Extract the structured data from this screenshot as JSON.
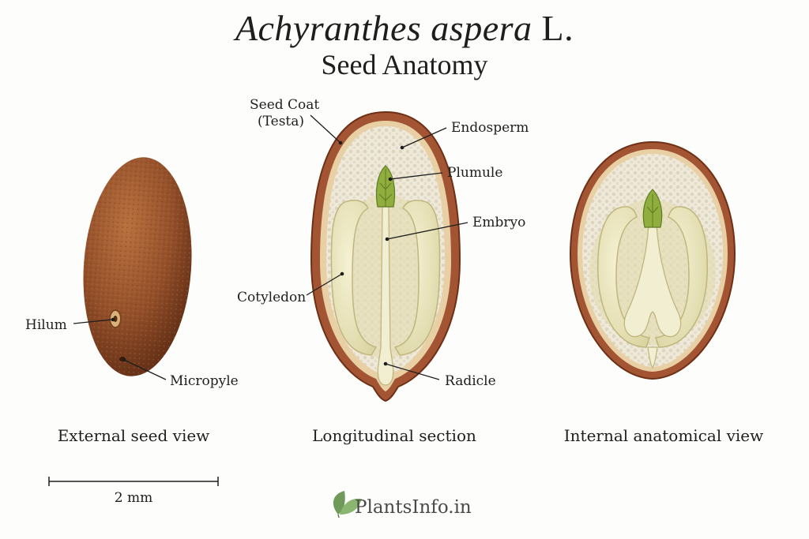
{
  "title": {
    "species": "Achyranthes aspera",
    "author": "L.",
    "subtitle": "Seed Anatomy"
  },
  "labels": {
    "seed_coat_1": "Seed Coat",
    "seed_coat_2": "(Testa)",
    "endosperm": "Endosperm",
    "plumule": "Plumule",
    "embryo": "Embryo",
    "cotyledon": "Cotyledon",
    "radicle": "Radicle",
    "hilum": "Hilum",
    "micropyle": "Micropyle"
  },
  "captions": {
    "external": "External seed view",
    "longitudinal": "Longitudinal section",
    "internal": "Internal anatomical view"
  },
  "scale_bar": {
    "label": "2 mm"
  },
  "brand": {
    "name": "PlantsInfo.in",
    "icon": "leaf-icon"
  },
  "colors": {
    "coat": "#9a4e2c",
    "coat_dark": "#6e3016",
    "endosperm": "#efe8d8",
    "cotyledon": "#ece7bf",
    "plumule": "#8fae3e",
    "brand_leaf": "#6f9a5a"
  }
}
